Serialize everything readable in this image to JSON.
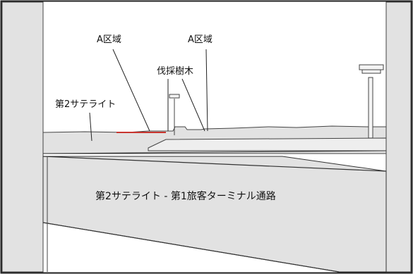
{
  "labels": {
    "zone_a_left": "A区域",
    "zone_a_right": "A区域",
    "felled_trees": "伐採樹木",
    "satellite_2": "第2サテライト",
    "corridor": "第2サテライト - 第1旅客ターミナル通路"
  },
  "colors": {
    "fill_gray": "#e2e2e2",
    "line": "#333333",
    "highlight": "#c8352f"
  }
}
